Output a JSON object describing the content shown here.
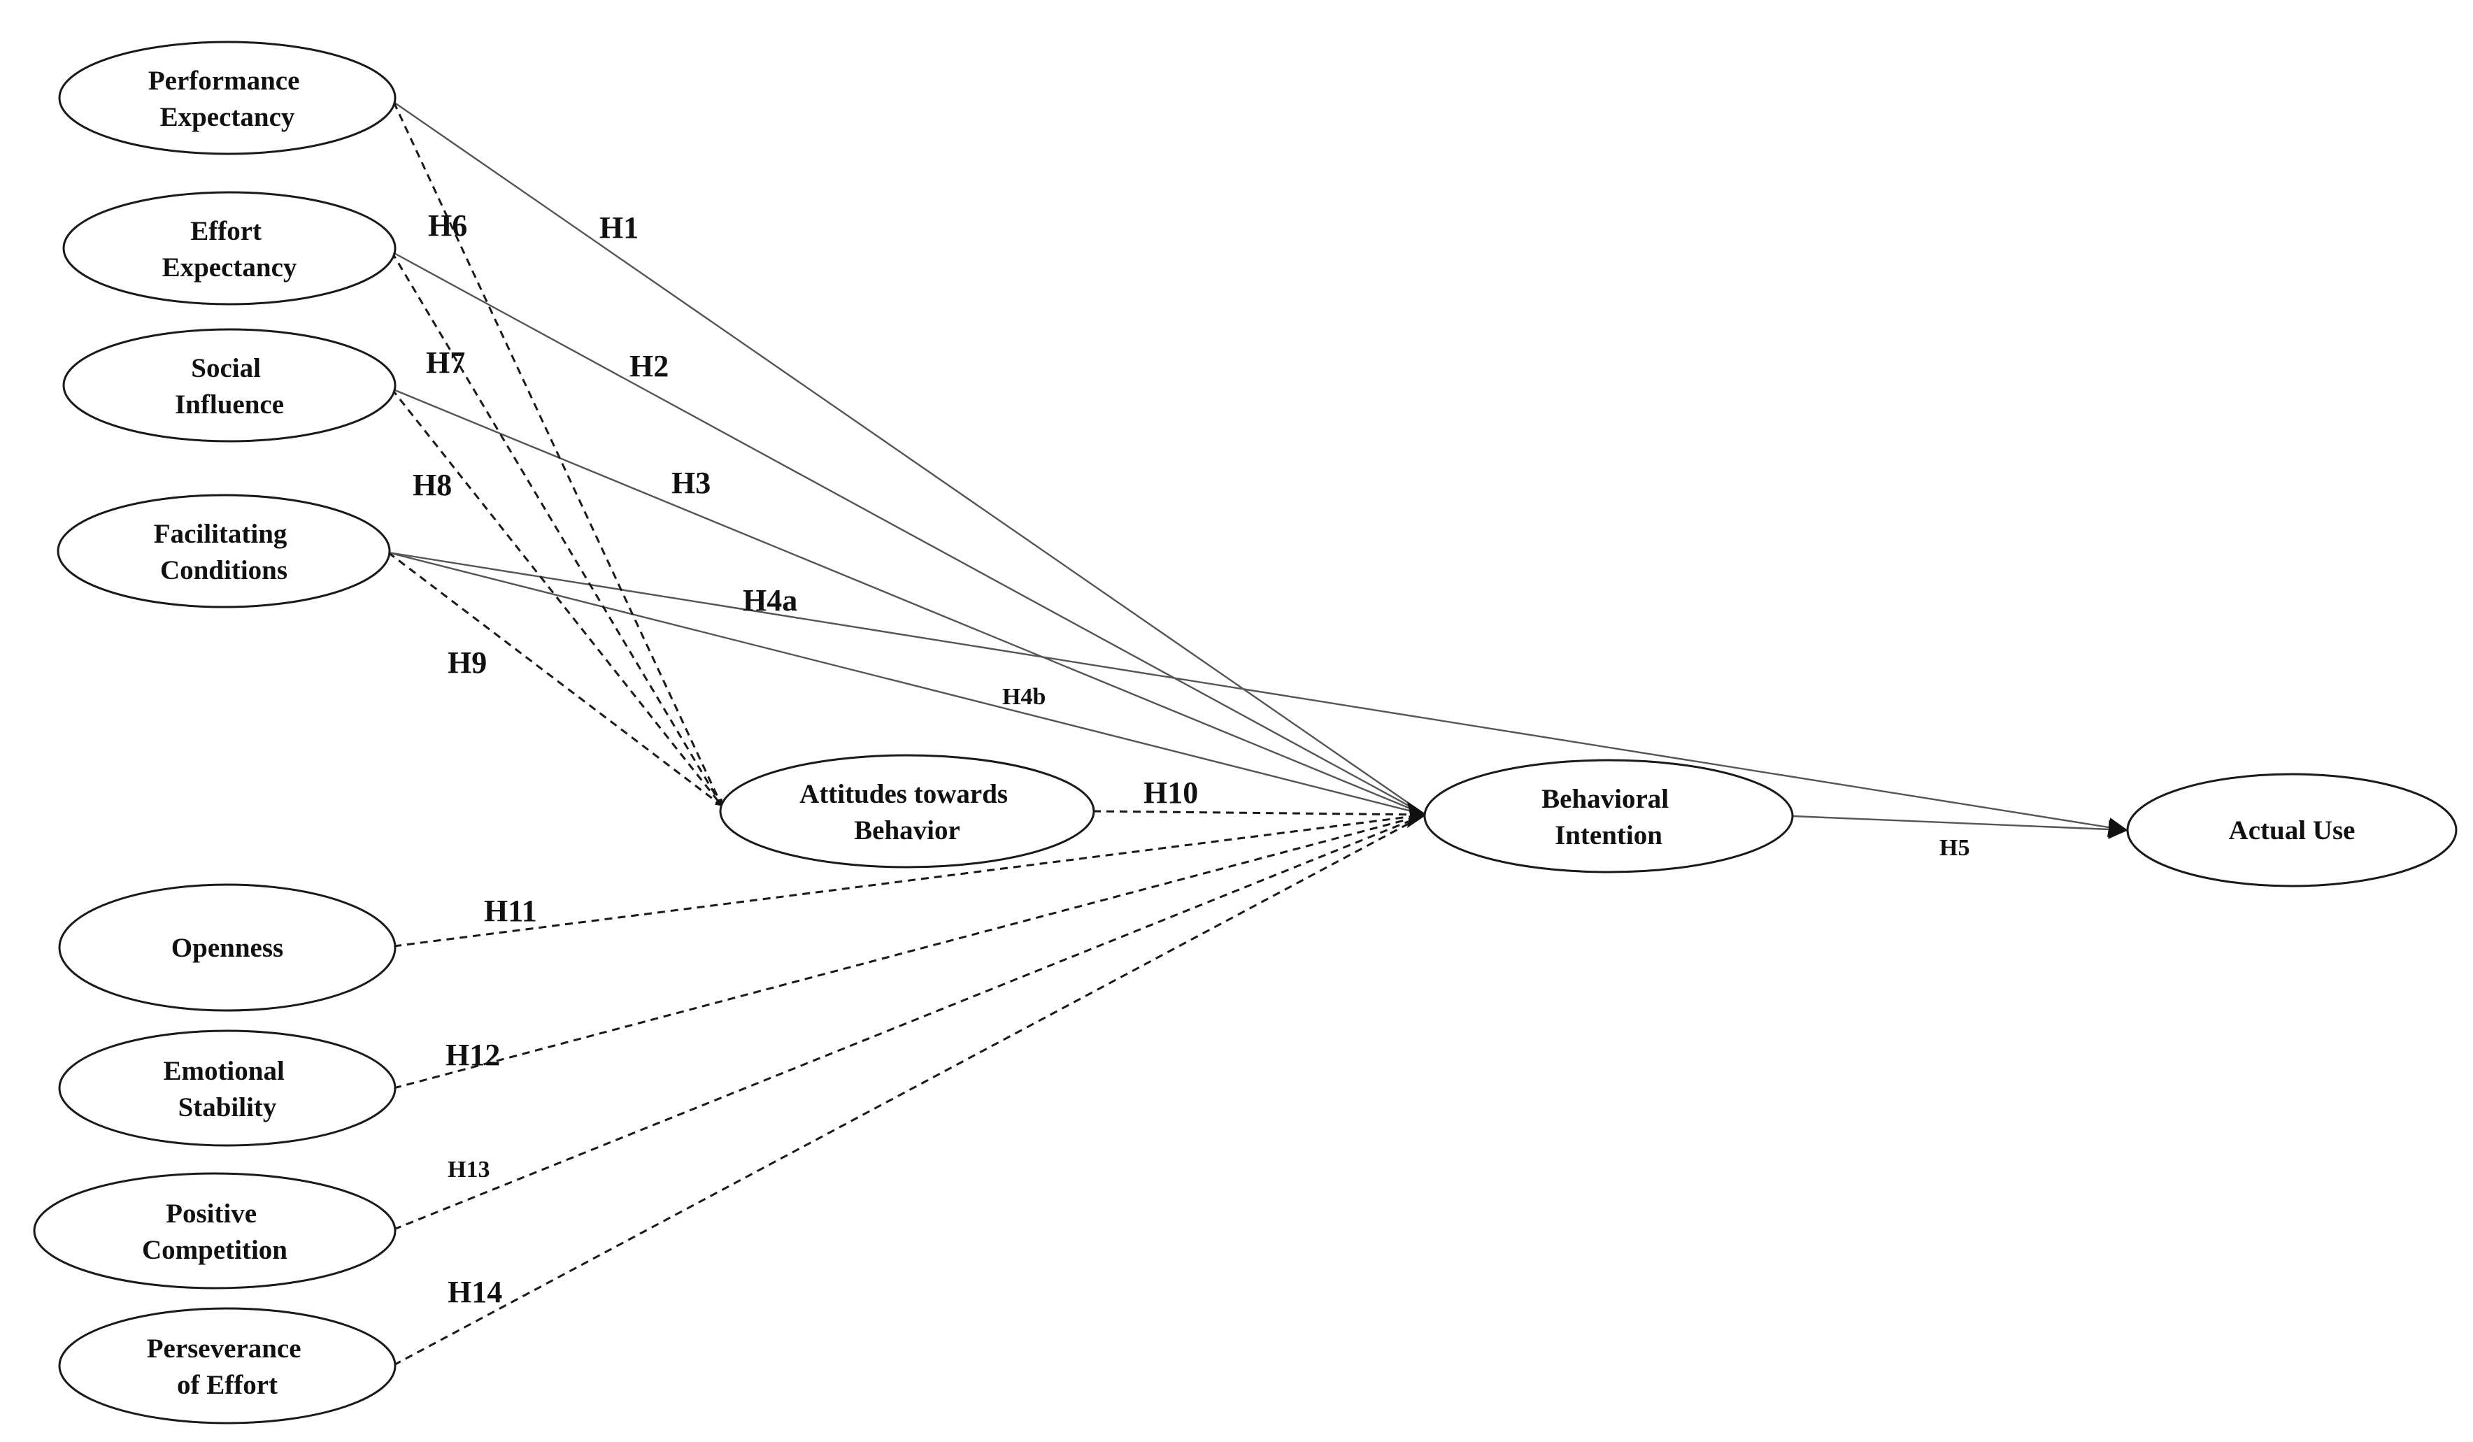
{
  "nodes": {
    "performance_expectancy": [
      "Performance",
      "Expectancy"
    ],
    "effort_expectancy": [
      "Effort",
      "Expectancy"
    ],
    "social_influence": [
      "Social",
      "Influence"
    ],
    "facilitating_conditions": [
      "Facilitating",
      "Conditions"
    ],
    "attitudes_towards_behavior": [
      "Attitudes towards",
      "Behavior"
    ],
    "openness": [
      "Openness"
    ],
    "emotional_stability": [
      "Emotional",
      "Stability"
    ],
    "positive_competition": [
      "Positive",
      "Competition"
    ],
    "perseverance_of_effort": [
      "Perseverance",
      "of Effort"
    ],
    "behavioral_intention": [
      "Behavioral",
      "Intention"
    ],
    "actual_use": [
      "Actual Use"
    ]
  },
  "hypotheses": {
    "h1": "H1",
    "h2": "H2",
    "h3": "H3",
    "h4a": "H4a",
    "h4b": "H4b",
    "h5": "H5",
    "h6": "H6",
    "h7": "H7",
    "h8": "H8",
    "h9": "H9",
    "h10": "H10",
    "h11": "H11",
    "h12": "H12",
    "h13": "H13",
    "h14": "H14"
  },
  "colors": {
    "solid_line": "#555555",
    "dashed_line": "#1a1a1a",
    "node_stroke": "#1a1a1a",
    "text": "#111111"
  }
}
